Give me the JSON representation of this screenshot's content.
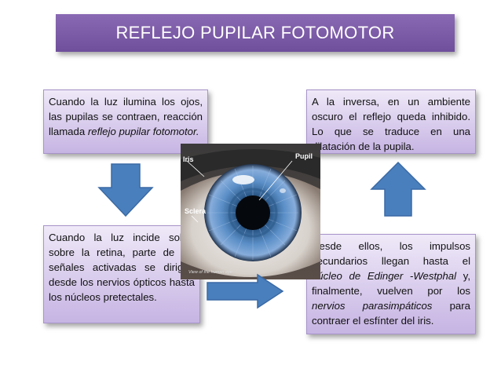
{
  "title": "REFLEJO PUPILAR FOTOMOTOR",
  "box_top_left": {
    "text_plain": "Cuando la luz ilumina los ojos, las pupilas se contraen, reacción llamada ",
    "text_italic": "reflejo pupilar fotomotor."
  },
  "box_bottom_left": {
    "text": "Cuando la luz incide sobre sobre la retina, parte de las señales activadas se dirigen desde los nervios ópticos hasta los núcleos pretectales."
  },
  "box_bottom_right": {
    "part1": "Desde ellos, los impulsos secundarios llegan hasta el ",
    "italic1": "núcleo de Edinger -Westphal",
    "part2": " y, finalmente, vuelven por los ",
    "italic2": "nervios parasimpáticos",
    "part3": " para contraer el esfínter del iris."
  },
  "box_top_right": {
    "text": "A la inversa, en un ambiente oscuro el reflejo queda inhibido. Lo que se traduce en una dilatación de la pupila."
  },
  "eye_image": {
    "label_iris": "Iris",
    "label_pupil": "Pupil",
    "label_sclera": "Sclera",
    "caption": "View of the human eye"
  },
  "colors": {
    "title_bg": "#7b5aa6",
    "box_bg_top": "#efe9f8",
    "box_bg_bottom": "#c6b4e3",
    "arrow_fill": "#4a7fbd"
  },
  "arrows": [
    {
      "name": "arrow-down",
      "direction": "down"
    },
    {
      "name": "arrow-right",
      "direction": "right"
    },
    {
      "name": "arrow-up",
      "direction": "up"
    }
  ]
}
